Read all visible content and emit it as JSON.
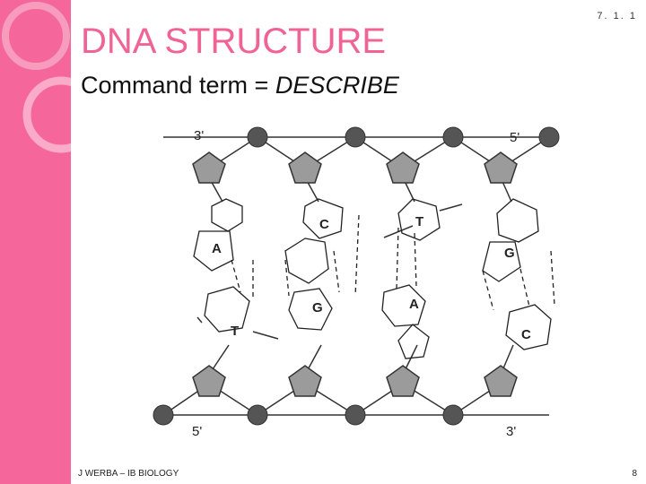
{
  "slide": {
    "title": "DNA STRUCTURE",
    "subtitle_prefix": "Command term = ",
    "subtitle_term": "DESCRIBE",
    "section_code": "7. 1. 1",
    "footer_left": "J WERBA – IB BIOLOGY",
    "page_number": "8"
  },
  "diagram": {
    "end_labels": {
      "top_left": "3'",
      "top_right": "5'",
      "bottom_left": "5'",
      "bottom_right": "3'"
    },
    "bases": {
      "a1": "A",
      "t1": "T",
      "c1": "C",
      "g1": "G",
      "t2": "T",
      "a2": "A",
      "g2": "G",
      "c2": "C"
    }
  },
  "colors": {
    "accent": "#f5679b",
    "title": "#f06495",
    "sugar": "#999999",
    "phosphate": "#555555"
  }
}
